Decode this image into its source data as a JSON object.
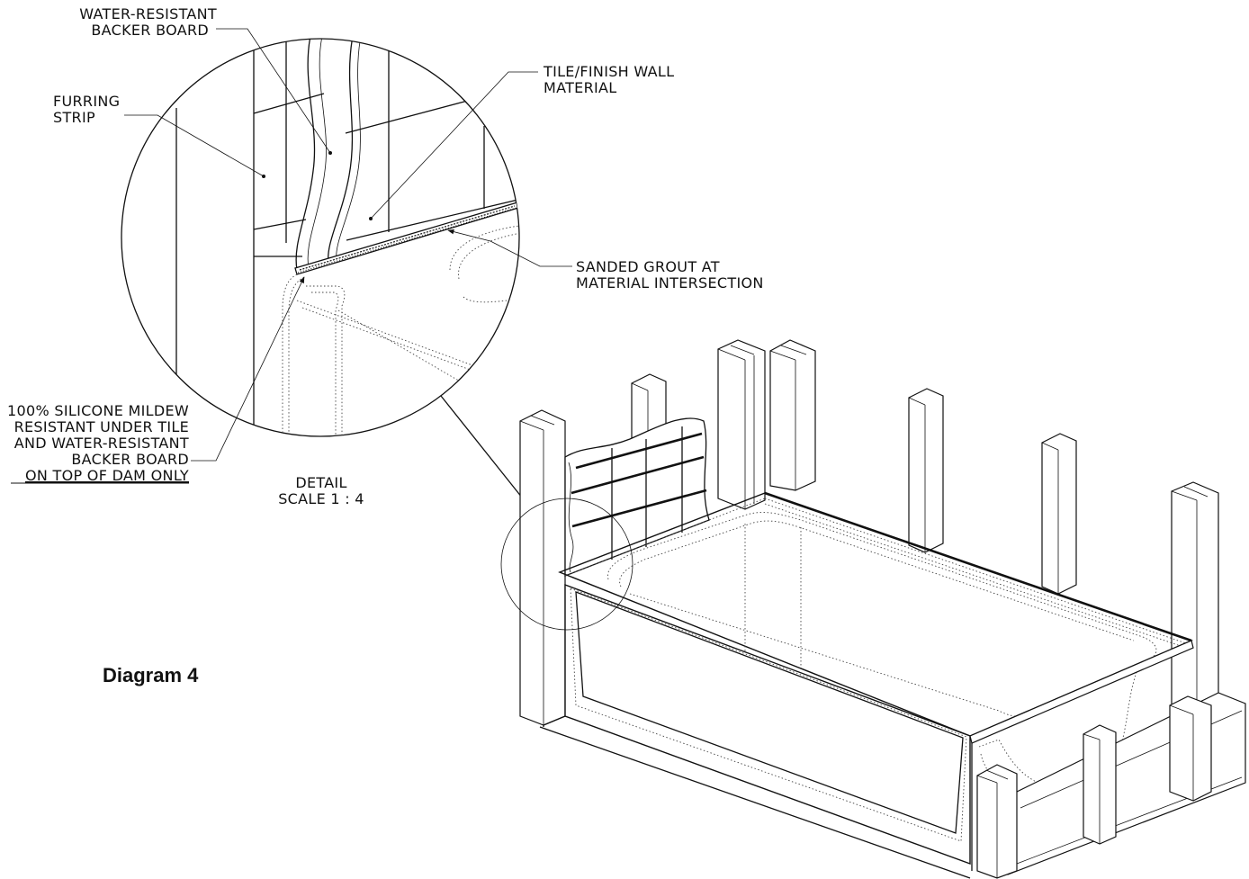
{
  "diagram": {
    "title": "Diagram 4",
    "detail": {
      "name": "DETAIL",
      "scale": "SCALE 1 : 4"
    },
    "callouts": {
      "backer_board": [
        "WATER-RESISTANT",
        "BACKER BOARD"
      ],
      "furring_strip": [
        "FURRING",
        "STRIP"
      ],
      "tile_finish": [
        "TILE/FINISH WALL",
        "MATERIAL"
      ],
      "sanded_grout": [
        "SANDED GROUT AT",
        "MATERIAL INTERSECTION"
      ],
      "silicone": [
        "100% SILICONE MILDEW",
        "RESISTANT UNDER TILE",
        "AND WATER-RESISTANT",
        "BACKER BOARD"
      ],
      "silicone_emphasis": "ON TOP OF DAM ONLY"
    }
  }
}
